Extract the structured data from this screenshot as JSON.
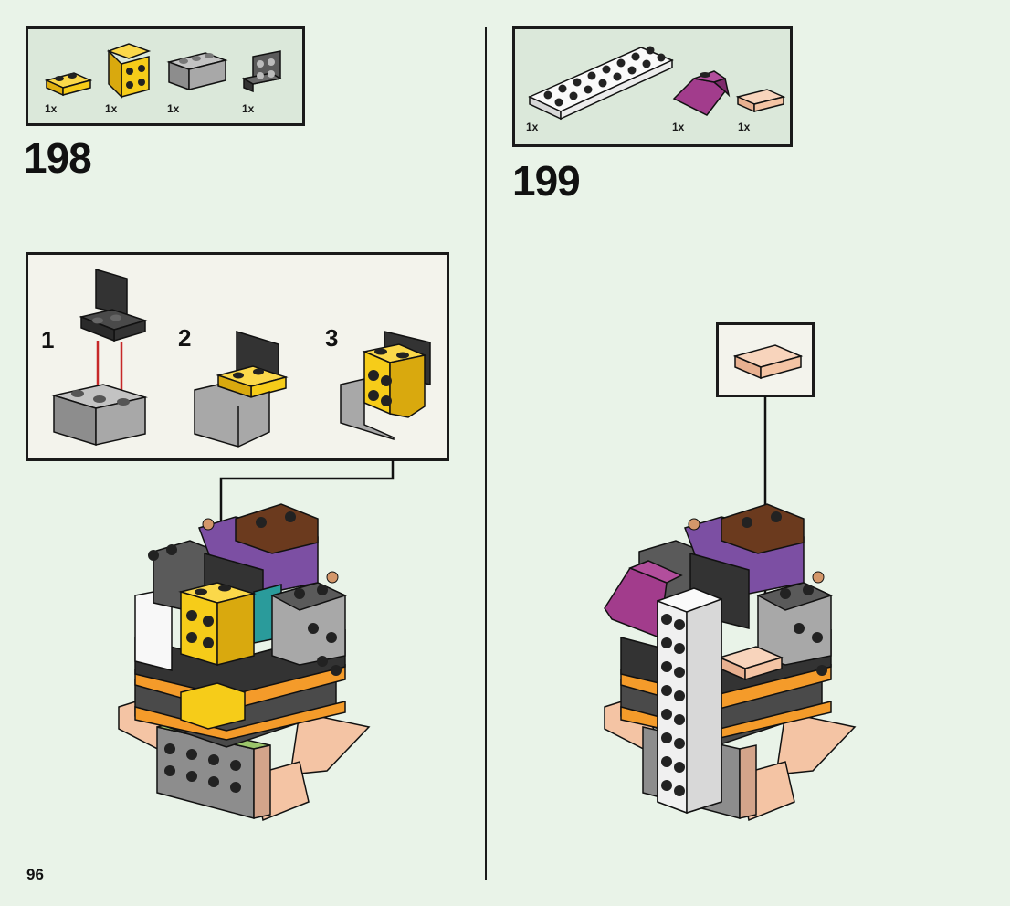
{
  "page": {
    "number": "96"
  },
  "steps": [
    {
      "number": "198",
      "parts": [
        {
          "qty": "1x",
          "name": "yellow-plate-1x2"
        },
        {
          "qty": "1x",
          "name": "yellow-bracket-2x2"
        },
        {
          "qty": "1x",
          "name": "gray-brick-1x3"
        },
        {
          "qty": "1x",
          "name": "dark-gray-bracket-2x2"
        }
      ],
      "substeps": [
        "1",
        "2",
        "3"
      ]
    },
    {
      "number": "199",
      "parts": [
        {
          "qty": "1x",
          "name": "white-plate-2x8"
        },
        {
          "qty": "1x",
          "name": "magenta-slope-2x2"
        },
        {
          "qty": "1x",
          "name": "peach-tile-1x2"
        }
      ]
    }
  ],
  "colors": {
    "background": "#e9f3e8",
    "parts_box": "#dbe8da",
    "yellow": "#f6cc19",
    "gray": "#9b9b9b",
    "dark_gray": "#4a4a4a",
    "magenta": "#a23c8c",
    "peach": "#f4c4a4",
    "orange": "#f49b2a",
    "brown": "#6b3a1e",
    "arrow_red": "#c62828"
  }
}
